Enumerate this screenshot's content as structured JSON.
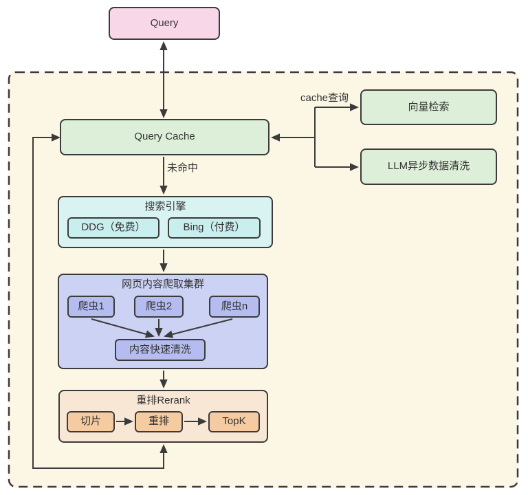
{
  "colors": {
    "stroke": "#3b3b3b",
    "text": "#333333",
    "canvas": "#ffffff",
    "cream": "#fbf7e4",
    "pink": "#f8d7e9",
    "green": "#ddefd9",
    "cyan-light": "#d8f3f2",
    "cyan-dark": "#c9eeee",
    "purple-light": "#ccd2f3",
    "purple-dark": "#b4bcf0",
    "orange-light": "#f9e7d6",
    "orange-dark": "#f5cba2"
  },
  "nodes": {
    "query": "Query",
    "query_cache": "Query Cache",
    "vector_search": "向量检索",
    "llm_async_clean": "LLM异步数据清洗",
    "search_engine_title": "搜索引擎",
    "ddg": "DDG（免费）",
    "bing": "Bing（付费）",
    "crawler_cluster_title": "网页内容爬取集群",
    "crawler_1": "爬虫1",
    "crawler_2": "爬虫2",
    "crawler_n": "爬虫n",
    "content_clean": "内容快速清洗",
    "rerank_title": "重排Rerank",
    "slice": "切片",
    "rerank": "重排",
    "topk": "TopK"
  },
  "edge_labels": {
    "cache_query": "cache查询",
    "cache_miss": "未命中"
  }
}
